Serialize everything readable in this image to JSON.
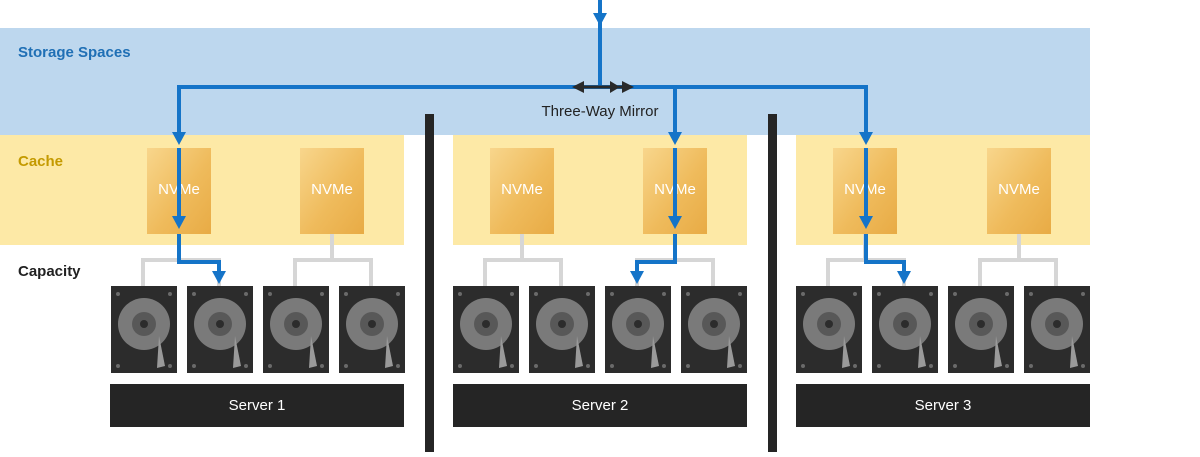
{
  "tiers": {
    "storage_label": "Storage Spaces",
    "cache_label": "Cache",
    "capacity_label": "Capacity"
  },
  "mirror_label": "Three-Way Mirror",
  "nvme_label": "NVMe",
  "servers": [
    "Server 1",
    "Server 2",
    "Server 3"
  ],
  "colors": {
    "storage_band": "#bdd7ee",
    "cache_band": "#fde9a6",
    "arrow": "#1574c8",
    "hardware": "#2c2c2c"
  }
}
